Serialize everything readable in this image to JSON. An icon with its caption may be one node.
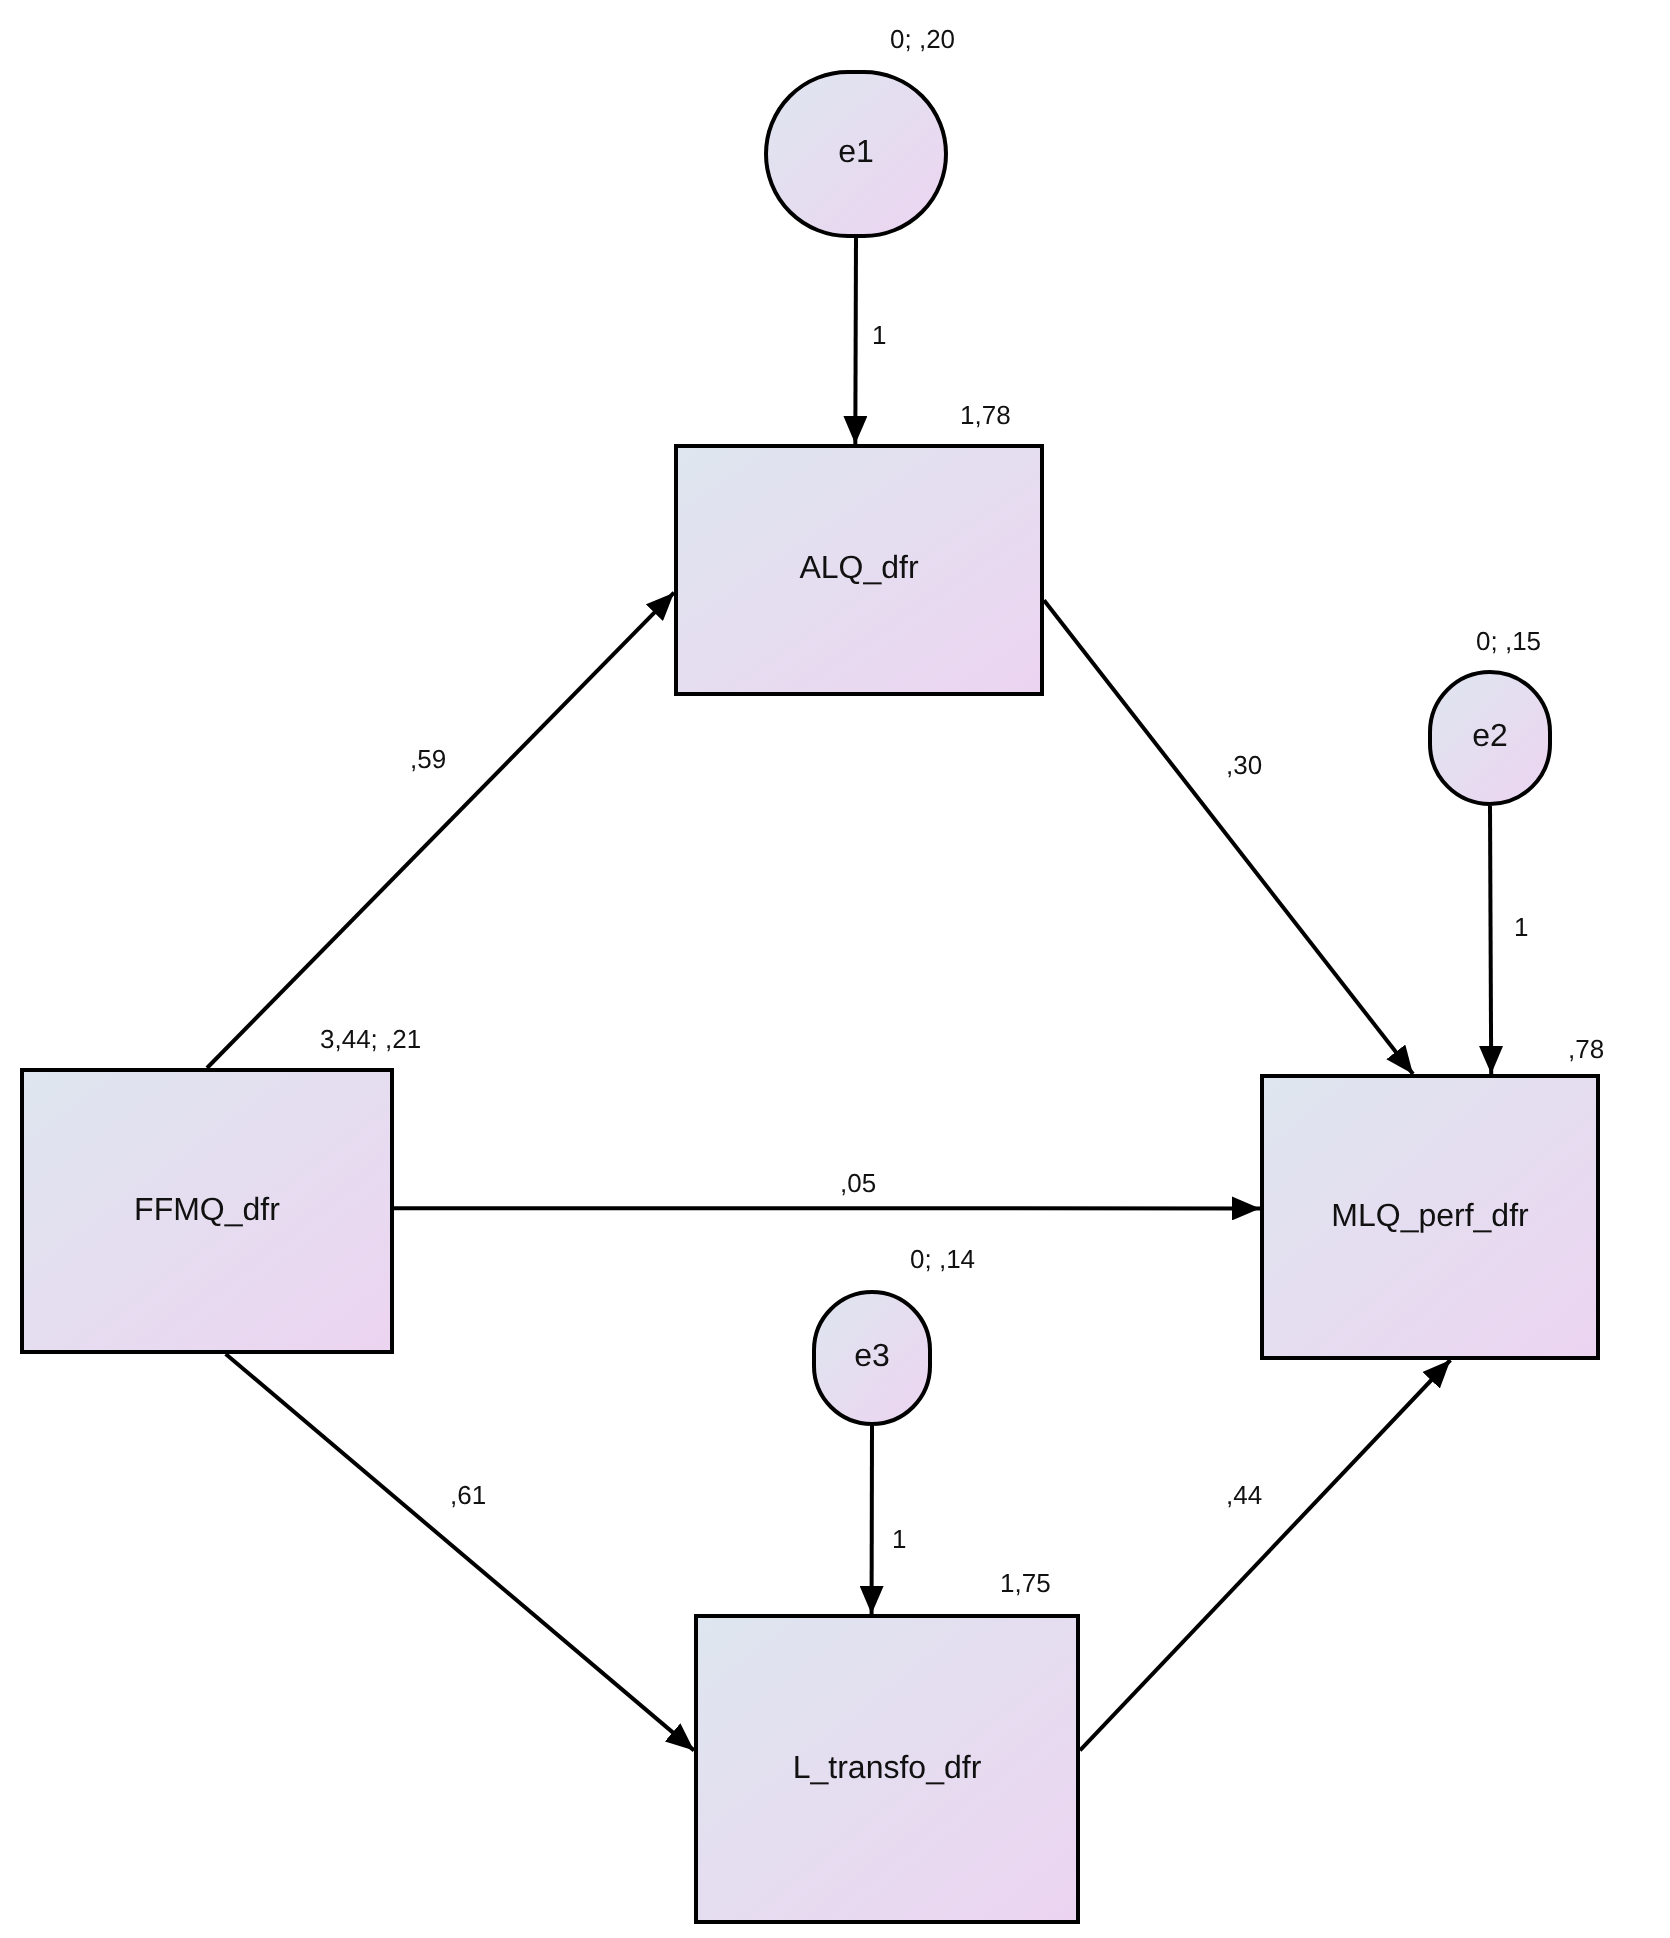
{
  "diagram": {
    "nodes": [
      {
        "text": [
          "e1"
        ],
        "beside": [
          "0; ,20"
        ]
      },
      {
        "text": [
          "ALQ_dfr"
        ],
        "beside": [
          "1,78"
        ]
      },
      {
        "text": [
          "e2"
        ],
        "beside": [
          "0; ,15"
        ]
      },
      {
        "text": [
          "FFMQ_dfr"
        ],
        "beside": [
          "3,44; ,21"
        ]
      },
      {
        "text": [
          "MLQ_perf_dfr"
        ],
        "beside": [
          ",78"
        ]
      },
      {
        "text": [
          "e3"
        ],
        "beside": [
          "0; ,14"
        ]
      },
      {
        "text": [
          "L_transfo_dfr"
        ],
        "beside": [
          "1,75"
        ]
      }
    ],
    "edges": [
      {
        "from": 0,
        "to": 1,
        "arrow": "to",
        "label": "1"
      },
      {
        "from": 3,
        "to": 1,
        "arrow": "to",
        "label": ",59"
      },
      {
        "from": 1,
        "to": 4,
        "arrow": "to",
        "label": ",30"
      },
      {
        "from": 2,
        "to": 4,
        "arrow": "to",
        "label": "1"
      },
      {
        "from": 3,
        "to": 4,
        "arrow": "to",
        "label": ",05"
      },
      {
        "from": 5,
        "to": 6,
        "arrow": "to",
        "label": "1"
      },
      {
        "from": 3,
        "to": 6,
        "arrow": "to",
        "label": ",61"
      },
      {
        "from": 6,
        "to": 4,
        "arrow": "to",
        "label": ",44"
      }
    ]
  }
}
